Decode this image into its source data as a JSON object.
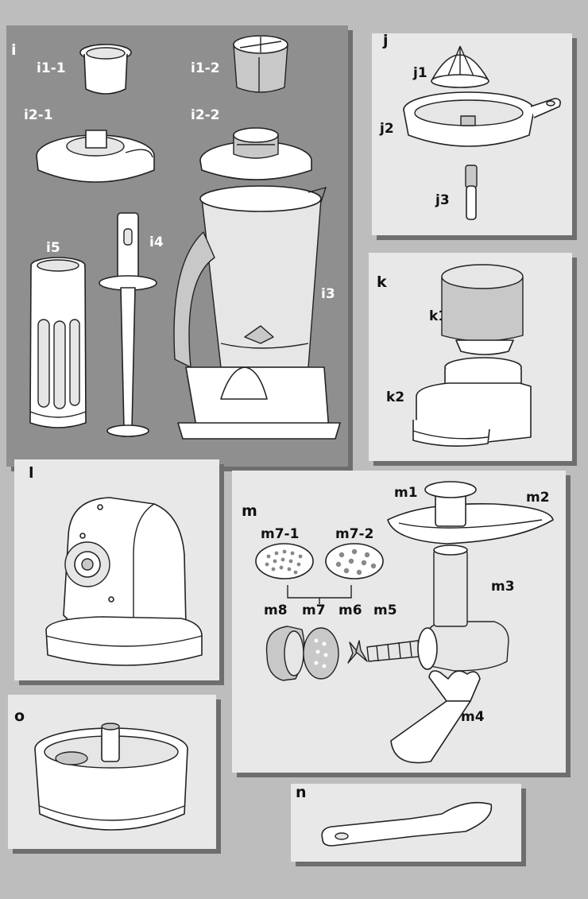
{
  "panels": {
    "i": {
      "letter": "i",
      "labels": {
        "i1_1": "i1-1",
        "i1_2": "i1-2",
        "i2_1": "i2-1",
        "i2_2": "i2-2",
        "i3": "i3",
        "i4": "i4",
        "i5": "i5"
      }
    },
    "j": {
      "letter": "j",
      "labels": {
        "j1": "j1",
        "j2": "j2",
        "j3": "j3"
      }
    },
    "k": {
      "letter": "k",
      "labels": {
        "k1": "k1",
        "k2": "k2"
      }
    },
    "l": {
      "letter": "l"
    },
    "m": {
      "letter": "m",
      "labels": {
        "m1": "m1",
        "m2": "m2",
        "m3": "m3",
        "m4": "m4",
        "m5": "m5",
        "m6": "m6",
        "m7": "m7",
        "m8": "m8",
        "m7_1": "m7-1",
        "m7_2": "m7-2"
      }
    },
    "n": {
      "letter": "n"
    },
    "o": {
      "letter": "o"
    }
  },
  "colors": {
    "page_background": "#bdbdbd",
    "panel_i_background": "#8f8f8f",
    "panel_light_background": "#e8e8e8",
    "panel_shadow": "#6e6e6e"
  }
}
